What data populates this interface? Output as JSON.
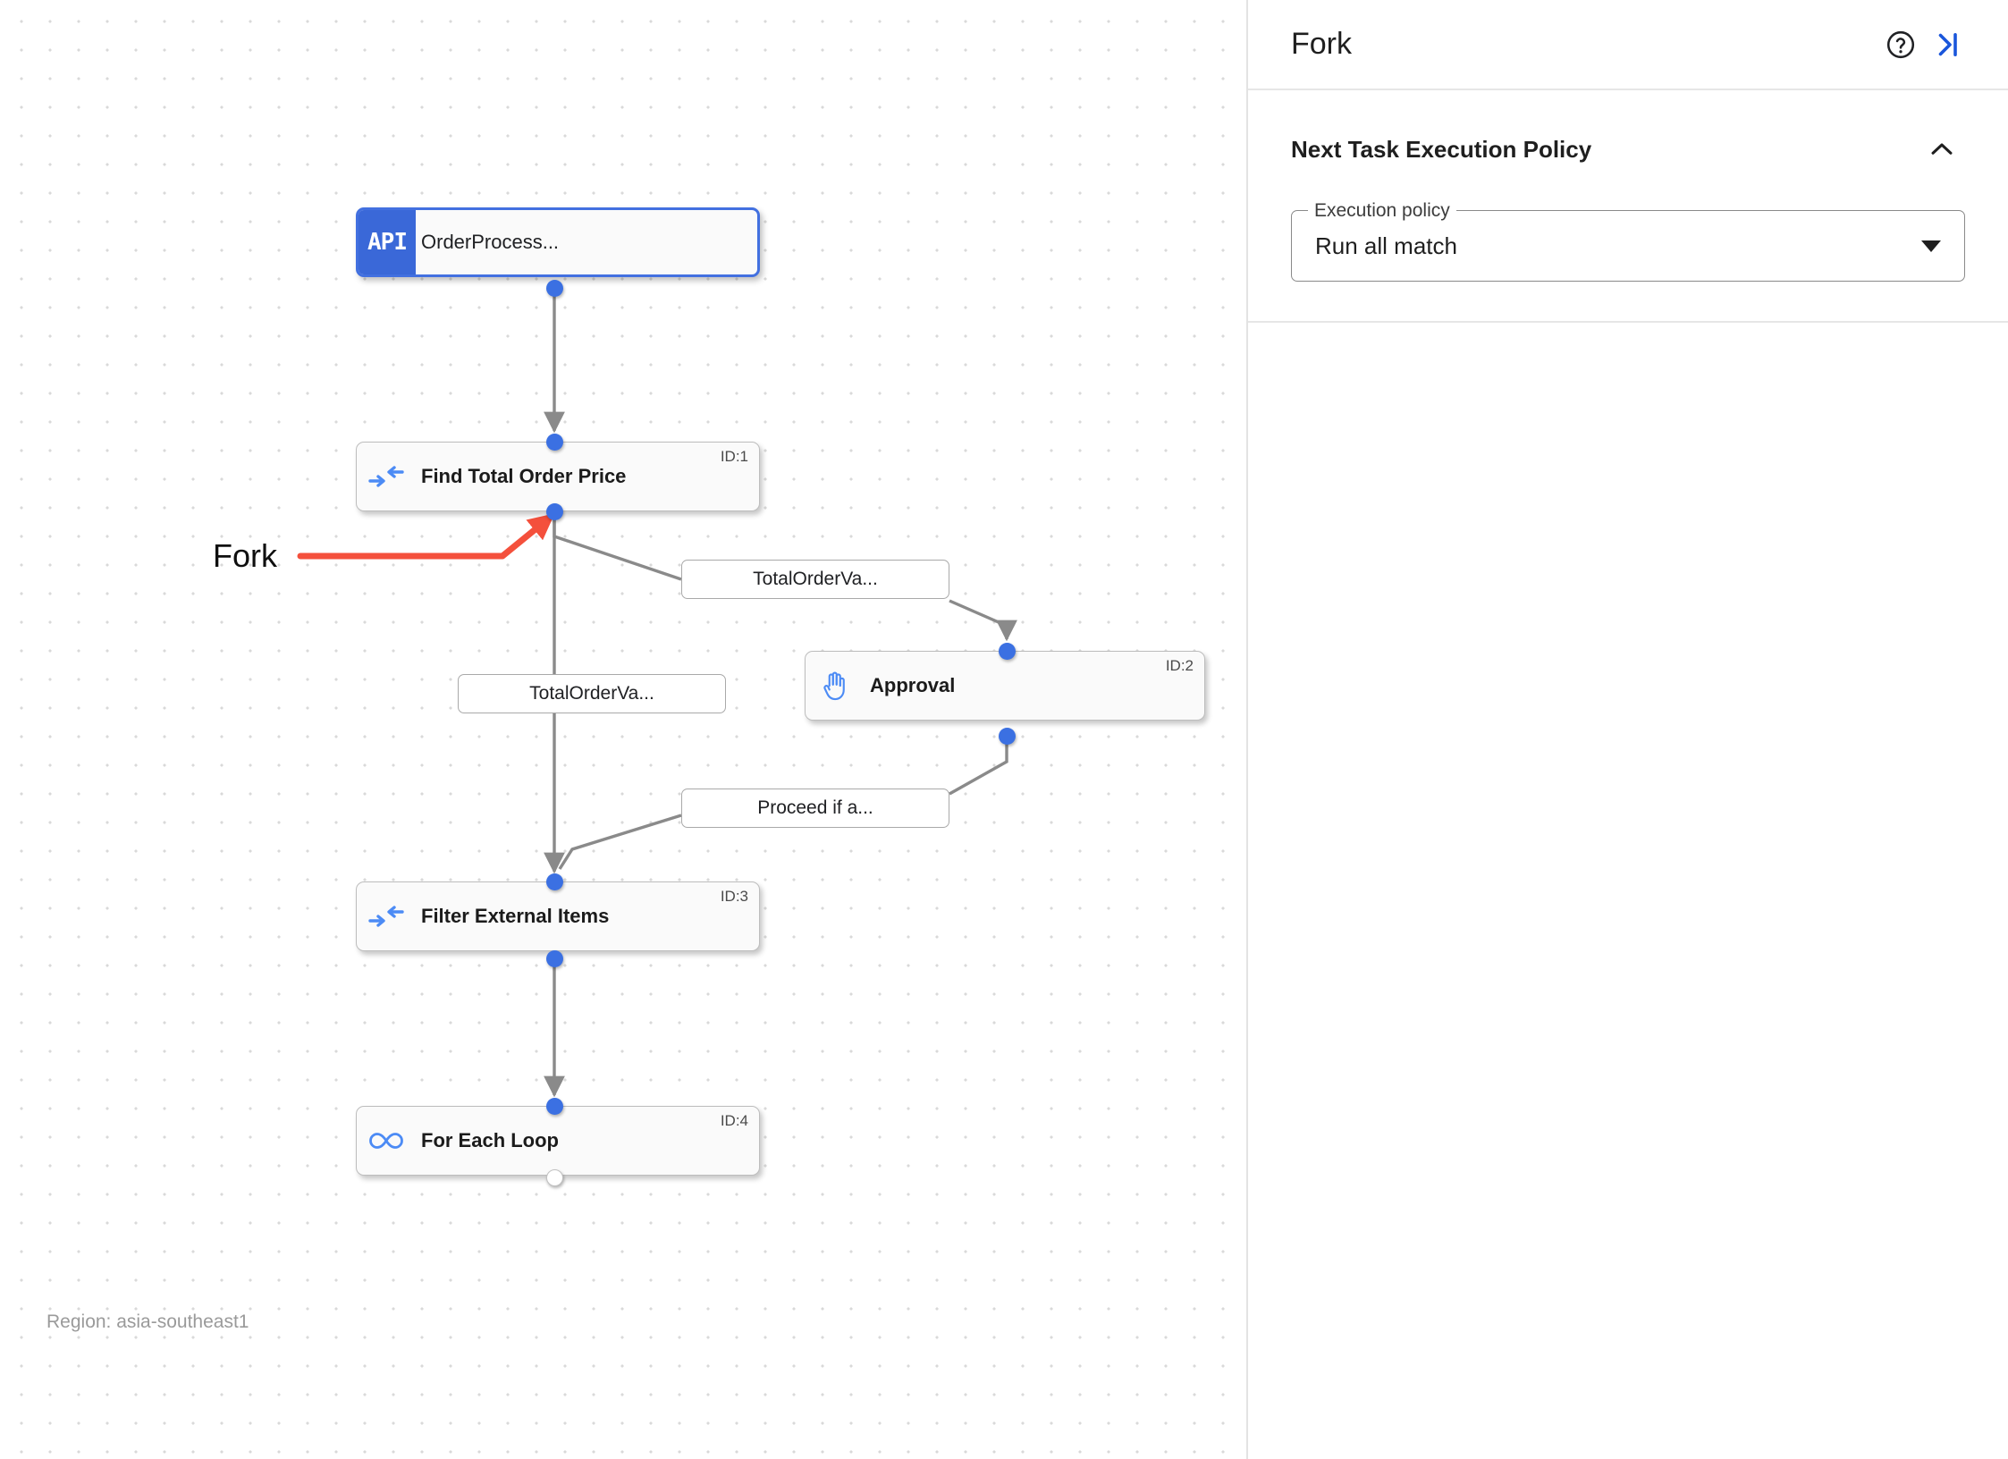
{
  "canvas": {
    "region_label": "Region: asia-southeast1",
    "annotation": {
      "label": "Fork",
      "color": "#f4503c"
    },
    "nodes": [
      {
        "key": "order_process",
        "type": "api",
        "badge": "API",
        "title": "OrderProcess...",
        "id_label": "",
        "icon": "api-badge-icon"
      },
      {
        "key": "find_total",
        "type": "task",
        "badge": "",
        "title": "Find Total Order Price",
        "id_label": "ID:1",
        "icon": "merge-arrows-icon"
      },
      {
        "key": "approval",
        "type": "task",
        "badge": "",
        "title": "Approval",
        "id_label": "ID:2",
        "icon": "hand-raised-icon"
      },
      {
        "key": "filter_items",
        "type": "task",
        "badge": "",
        "title": "Filter External Items",
        "id_label": "ID:3",
        "icon": "merge-arrows-icon"
      },
      {
        "key": "for_each",
        "type": "task",
        "badge": "",
        "title": "For Each Loop",
        "id_label": "ID:4",
        "icon": "infinity-loop-icon"
      }
    ],
    "edge_labels": [
      {
        "key": "to_approval",
        "text": "TotalOrderVa..."
      },
      {
        "key": "to_filter",
        "text": "TotalOrderVa..."
      },
      {
        "key": "proceed",
        "text": "Proceed if a..."
      }
    ]
  },
  "panel": {
    "title": "Fork",
    "help_icon": "help-circle-icon",
    "collapse_icon": "collapse-panel-icon",
    "section": {
      "title": "Next Task Execution Policy",
      "collapse_icon": "chevron-up-icon",
      "field": {
        "legend": "Execution policy",
        "value": "Run all match",
        "caret_icon": "chevron-down-icon"
      }
    }
  }
}
